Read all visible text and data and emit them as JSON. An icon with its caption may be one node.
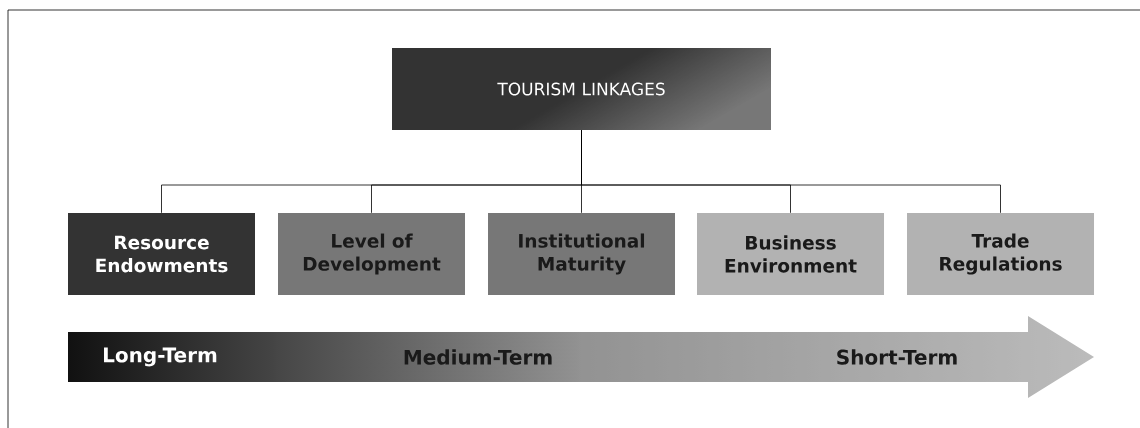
{
  "diagram": {
    "nodes": [
      {
        "text": [
          "TOURISM LINKAGES"
        ]
      },
      {
        "text": [
          "Resource Endowments"
        ]
      },
      {
        "text": [
          "Level of Development"
        ]
      },
      {
        "text": [
          "Institutional Maturity"
        ]
      },
      {
        "text": [
          "Business Environment"
        ]
      },
      {
        "text": [
          "Trade Regulations"
        ]
      },
      {
        "text": [
          "Long-Term",
          "Medium-Term",
          "Short-Term"
        ]
      }
    ],
    "edges": [
      {
        "from": 0,
        "to": 1,
        "arrow": "none"
      },
      {
        "from": 0,
        "to": 2,
        "arrow": "none"
      },
      {
        "from": 0,
        "to": 3,
        "arrow": "none"
      },
      {
        "from": 0,
        "to": 4,
        "arrow": "none"
      },
      {
        "from": 0,
        "to": 5,
        "arrow": "none"
      }
    ]
  }
}
